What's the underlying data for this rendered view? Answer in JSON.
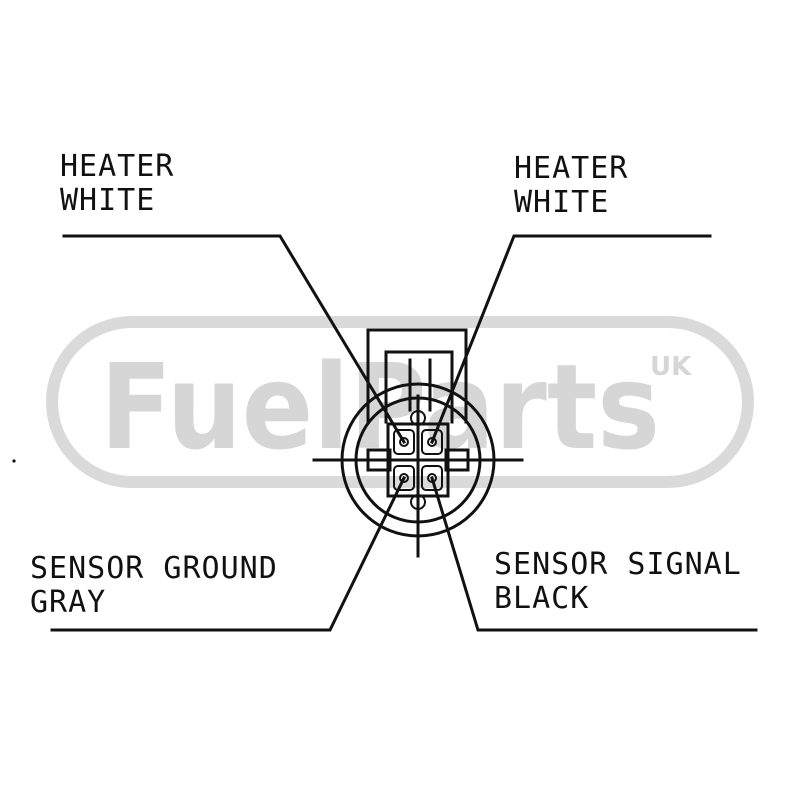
{
  "watermark": {
    "brand": "FuelParts",
    "region": "UK",
    "color": "#d6d6d6"
  },
  "labels": {
    "top_left": {
      "line1": "HEATER",
      "line2": "WHITE"
    },
    "top_right": {
      "line1": "HEATER",
      "line2": "WHITE"
    },
    "bottom_left": {
      "line1": "SENSOR GROUND",
      "line2": "GRAY"
    },
    "bottom_right": {
      "line1": "SENSOR SIGNAL",
      "line2": "BLACK"
    }
  },
  "colors": {
    "ink": "#111111",
    "background": "#ffffff"
  }
}
